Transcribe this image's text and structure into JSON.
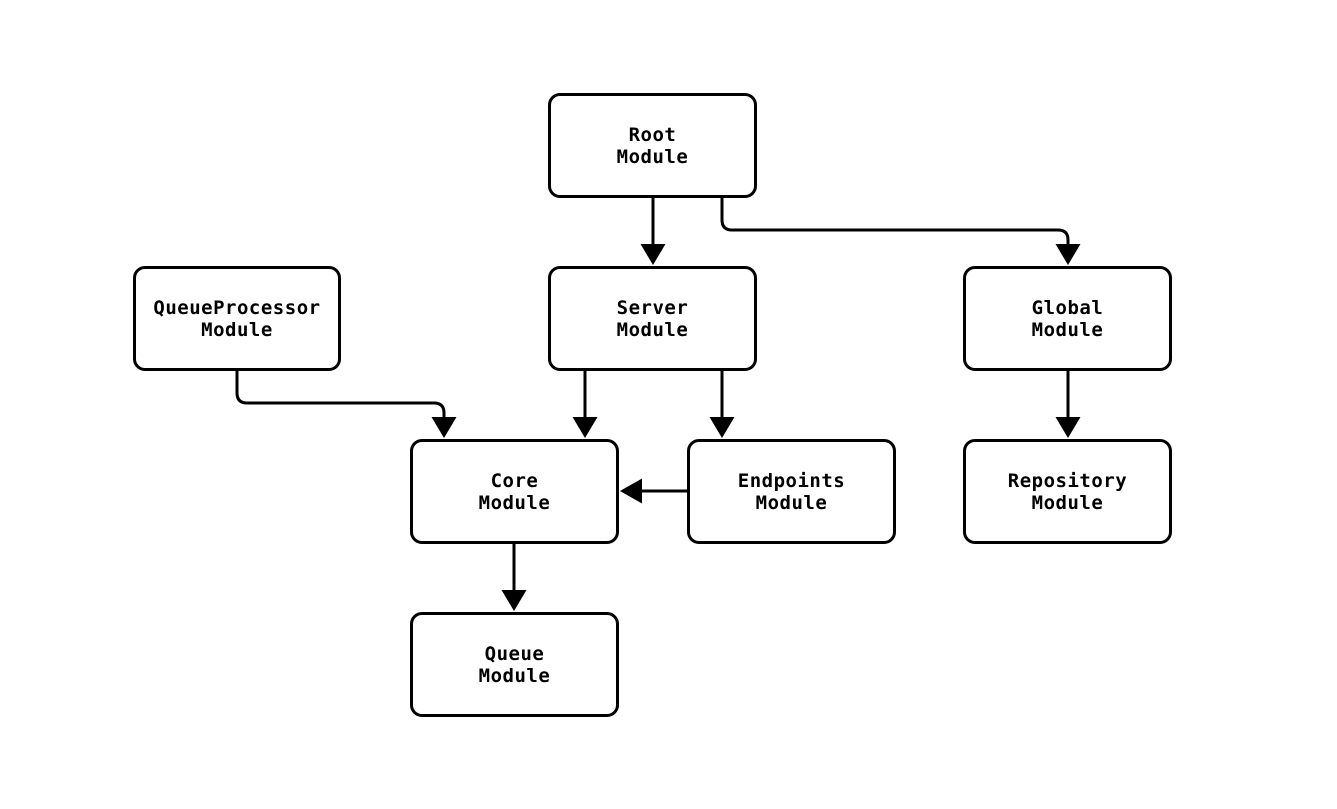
{
  "diagram": {
    "type": "module-dependency-graph",
    "background_color": "#ffffff",
    "node_fill_color": "#ffffff",
    "line_color": "#000000",
    "text_color": "#000000",
    "nodes": [
      {
        "id": "root",
        "label": "Root\nModule"
      },
      {
        "id": "queue_processor",
        "label": "QueueProcessor\nModule"
      },
      {
        "id": "server",
        "label": "Server\nModule"
      },
      {
        "id": "global",
        "label": "Global\nModule"
      },
      {
        "id": "core",
        "label": "Core\nModule"
      },
      {
        "id": "endpoints",
        "label": "Endpoints\nModule"
      },
      {
        "id": "repository",
        "label": "Repository\nModule"
      },
      {
        "id": "queue",
        "label": "Queue\nModule"
      }
    ],
    "edges": [
      {
        "from": "root",
        "to": "server"
      },
      {
        "from": "root",
        "to": "global"
      },
      {
        "from": "queue_processor",
        "to": "core"
      },
      {
        "from": "server",
        "to": "core"
      },
      {
        "from": "server",
        "to": "endpoints"
      },
      {
        "from": "endpoints",
        "to": "core"
      },
      {
        "from": "global",
        "to": "repository"
      },
      {
        "from": "core",
        "to": "queue"
      }
    ]
  }
}
